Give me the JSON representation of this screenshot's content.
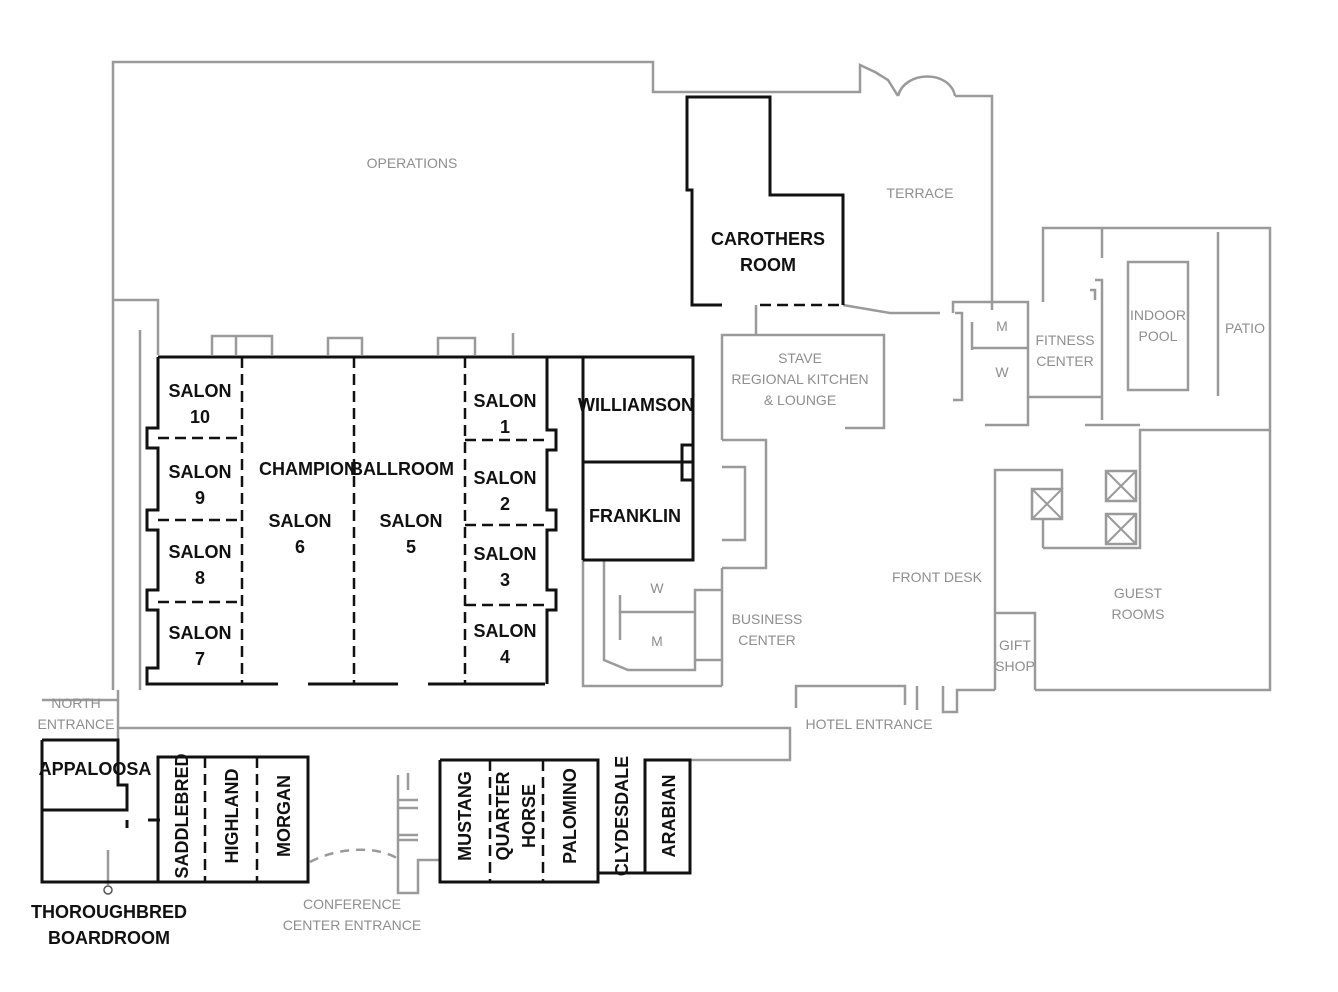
{
  "rooms": {
    "operations": "OPERATIONS",
    "terrace": "TERRACE",
    "carothers_1": "CAROTHERS",
    "carothers_2": "ROOM",
    "stave_1": "STAVE",
    "stave_2": "REGIONAL KITCHEN",
    "stave_3": "& LOUNGE",
    "restroom_m": "M",
    "restroom_w": "W",
    "fitness_1": "FITNESS",
    "fitness_2": "CENTER",
    "pool_1": "INDOOR",
    "pool_2": "POOL",
    "patio": "PATIO",
    "salon10_a": "SALON",
    "salon10_b": "10",
    "salon9_a": "SALON",
    "salon9_b": "9",
    "salon8_a": "SALON",
    "salon8_b": "8",
    "salon7_a": "SALON",
    "salon7_b": "7",
    "champion_1": "CHAMPION",
    "champion_2": "BALLROOM",
    "salon6_a": "SALON",
    "salon6_b": "6",
    "salon5_a": "SALON",
    "salon5_b": "5",
    "salon1_a": "SALON",
    "salon1_b": "1",
    "salon2_a": "SALON",
    "salon2_b": "2",
    "salon3_a": "SALON",
    "salon3_b": "3",
    "salon4_a": "SALON",
    "salon4_b": "4",
    "williamson": "WILLIAMSON",
    "franklin": "FRANKLIN",
    "restroom2_w": "W",
    "restroom2_m": "M",
    "business_1": "BUSINESS",
    "business_2": "CENTER",
    "front_desk": "FRONT DESK",
    "guest_1": "GUEST",
    "guest_2": "ROOMS",
    "gift_1": "GIFT",
    "gift_2": "SHOP",
    "hotel_entrance": "HOTEL ENTRANCE",
    "north_1": "NORTH",
    "north_2": "ENTRANCE",
    "appaloosa": "APPALOOSA",
    "saddlebred": "SADDLEBRED",
    "highland": "HIGHLAND",
    "morgan": "MORGAN",
    "conference_1": "CONFERENCE",
    "conference_2": "CENTER ENTRANCE",
    "mustang": "MUSTANG",
    "quarter_1": "QUARTER",
    "quarter_2": "HORSE",
    "palomino": "PALOMINO",
    "clydesdale": "CLYDESDALE",
    "arabian": "ARABIAN",
    "thoroughbred_1": "THOROUGHBRED",
    "thoroughbred_2": "BOARDROOM"
  },
  "colors": {
    "wall_gray": "#9a9a9a",
    "room_black": "#111111",
    "background": "#ffffff"
  }
}
